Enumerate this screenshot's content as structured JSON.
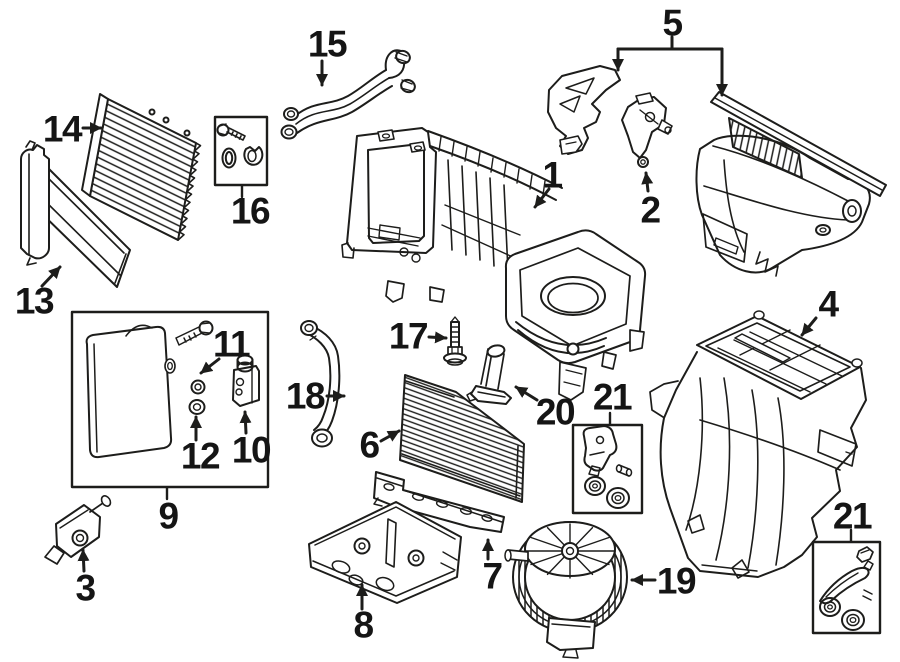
{
  "canvas": {
    "background_color": "#ffffff",
    "line_color": "#1d1d1b"
  },
  "callouts": {
    "c1": {
      "label": "1"
    },
    "c2": {
      "label": "2"
    },
    "c3": {
      "label": "3"
    },
    "c4": {
      "label": "4"
    },
    "c5": {
      "label": "5"
    },
    "c6": {
      "label": "6"
    },
    "c7": {
      "label": "7"
    },
    "c8": {
      "label": "8"
    },
    "c9": {
      "label": "9"
    },
    "c10": {
      "label": "10"
    },
    "c11": {
      "label": "11"
    },
    "c12": {
      "label": "12"
    },
    "c13": {
      "label": "13"
    },
    "c14": {
      "label": "14"
    },
    "c15": {
      "label": "15"
    },
    "c16": {
      "label": "16"
    },
    "c17": {
      "label": "17"
    },
    "c18": {
      "label": "18"
    },
    "c19": {
      "label": "19"
    },
    "c20": {
      "label": "20"
    },
    "c21a": {
      "label": "21"
    },
    "c21b": {
      "label": "21"
    }
  }
}
